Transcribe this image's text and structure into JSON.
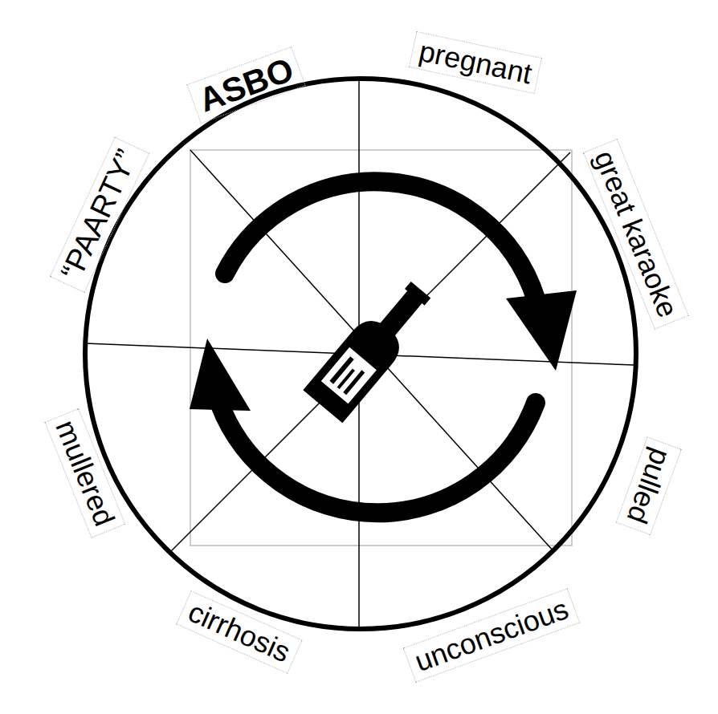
{
  "diagram": {
    "nodes": [
      {
        "text": [
          "ASBO"
        ]
      },
      {
        "text": [
          "pregnant"
        ]
      },
      {
        "text": [
          "great karaoke"
        ]
      },
      {
        "text": [
          "pulled"
        ]
      },
      {
        "text": [
          "unconscious"
        ]
      },
      {
        "text": [
          "cirrhosis"
        ]
      },
      {
        "text": [
          "mullered"
        ]
      },
      {
        "text": [
          "“PAARTY”"
        ]
      }
    ],
    "edges": []
  }
}
